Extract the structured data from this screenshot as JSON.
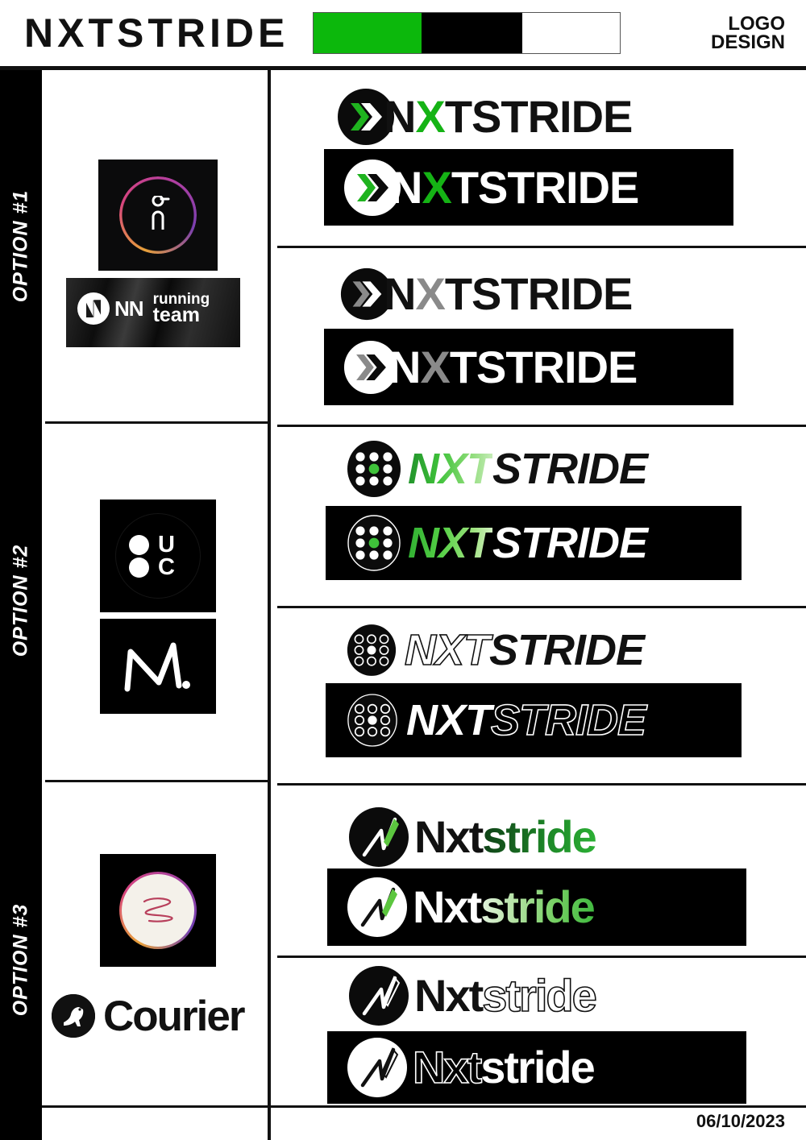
{
  "header": {
    "brand_title": "NXTSTRIDE",
    "doc_label_line1": "LOGO",
    "doc_label_line2": "DESIGN",
    "swatches": [
      {
        "name": "brand-green",
        "hex": "#0cb80c"
      },
      {
        "name": "brand-black",
        "hex": "#000000"
      },
      {
        "name": "brand-white",
        "hex": "#ffffff"
      }
    ]
  },
  "options": [
    {
      "spine_label": "OPTION #1",
      "references": [
        {
          "name": "on-running",
          "caption": "on"
        },
        {
          "name": "nn-running-team",
          "word": "NN",
          "line1": "running",
          "line2": "team"
        }
      ],
      "variants": [
        {
          "name": "color-on-white",
          "mark": "circle-x-chevron",
          "background": "white",
          "text_parts": [
            {
              "text": "N",
              "style": "solid-dark"
            },
            {
              "text": "X",
              "style": "green-x"
            },
            {
              "text": "TSTRIDE",
              "style": "solid-dark"
            }
          ]
        },
        {
          "name": "color-on-black",
          "mark": "circle-x-chevron",
          "background": "black",
          "text_parts": [
            {
              "text": "N",
              "style": "solid-light"
            },
            {
              "text": "X",
              "style": "green-x"
            },
            {
              "text": "TSTRIDE",
              "style": "solid-light"
            }
          ]
        },
        {
          "name": "mono-on-white",
          "mark": "circle-x-chevron-mono",
          "background": "white",
          "text_parts": [
            {
              "text": "N",
              "style": "solid-dark"
            },
            {
              "text": "X",
              "style": "gray-x"
            },
            {
              "text": "TSTRIDE",
              "style": "solid-dark"
            }
          ]
        },
        {
          "name": "mono-on-black",
          "mark": "circle-x-chevron-mono",
          "background": "black",
          "text_parts": [
            {
              "text": "N",
              "style": "solid-light"
            },
            {
              "text": "X",
              "style": "gray-x"
            },
            {
              "text": "TSTRIDE",
              "style": "solid-light"
            }
          ]
        }
      ]
    },
    {
      "spine_label": "OPTION #2",
      "references": [
        {
          "name": "uc-dots",
          "letter1": "U",
          "letter2": "C"
        },
        {
          "name": "m-dot",
          "caption": "M."
        }
      ],
      "variants": [
        {
          "name": "color-on-white",
          "mark": "circle-dot-grid",
          "background": "white",
          "text_parts": [
            {
              "text": "NXT",
              "style": "grad-nxt-dark"
            },
            {
              "text": "STRIDE",
              "style": "solid-dark"
            }
          ]
        },
        {
          "name": "color-on-black",
          "mark": "circle-dot-grid-outline",
          "background": "black",
          "text_parts": [
            {
              "text": "NXT",
              "style": "grad-nxt-light"
            },
            {
              "text": "STRIDE",
              "style": "solid-light"
            }
          ]
        },
        {
          "name": "mono-on-white",
          "mark": "circle-dot-grid-mono",
          "background": "white",
          "text_parts": [
            {
              "text": "NXT",
              "style": "outline-dark"
            },
            {
              "text": "STRIDE",
              "style": "solid-dark"
            }
          ]
        },
        {
          "name": "mono-on-black",
          "mark": "circle-dot-grid-outline-mono",
          "background": "black",
          "text_parts": [
            {
              "text": "NXT",
              "style": "solid-light"
            },
            {
              "text": "STRIDE",
              "style": "outline-light"
            }
          ]
        }
      ]
    },
    {
      "spine_label": "OPTION #3",
      "references": [
        {
          "name": "scribble-ring",
          "caption": ""
        },
        {
          "name": "courier",
          "caption": "Courier"
        }
      ],
      "variants": [
        {
          "name": "color-on-white",
          "mark": "circle-bolt",
          "background": "white",
          "text_parts": [
            {
              "text": "Nxt",
              "style": "solid-dark"
            },
            {
              "text": "stride",
              "style": "grad-stride-dark"
            }
          ]
        },
        {
          "name": "color-on-black",
          "mark": "circle-bolt-inverse",
          "background": "black",
          "text_parts": [
            {
              "text": "Nxt",
              "style": "solid-light"
            },
            {
              "text": "stride",
              "style": "grad-stride-light"
            }
          ]
        },
        {
          "name": "mono-on-white",
          "mark": "circle-bolt-mono",
          "background": "white",
          "text_parts": [
            {
              "text": "Nxt",
              "style": "solid-dark"
            },
            {
              "text": "stride",
              "style": "outline-dark"
            }
          ]
        },
        {
          "name": "mono-on-black",
          "mark": "circle-bolt-inverse-mono",
          "background": "black",
          "text_parts": [
            {
              "text": "Nxt",
              "style": "outline-light"
            },
            {
              "text": "stride",
              "style": "solid-light"
            }
          ]
        }
      ]
    }
  ],
  "footer": {
    "date": "06/10/2023"
  }
}
